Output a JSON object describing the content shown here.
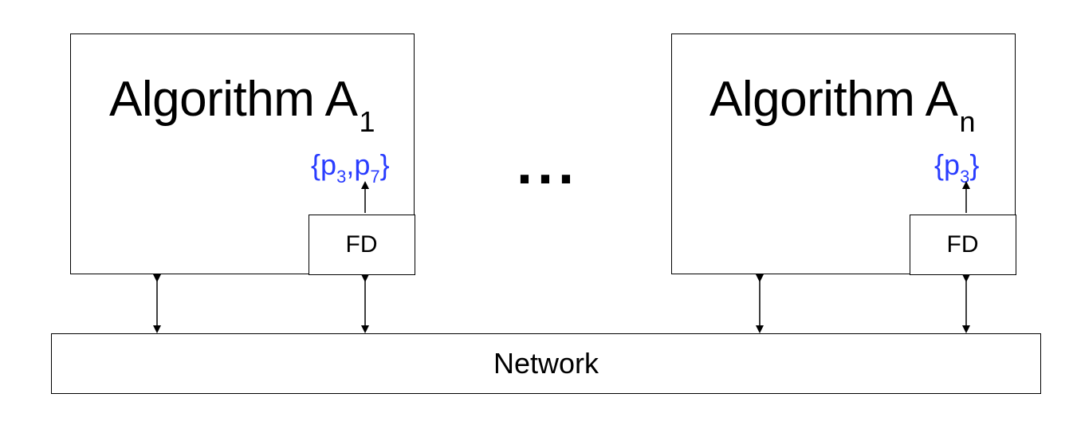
{
  "nodes": [
    {
      "id": "a1",
      "title_main": "Algorithm A",
      "title_sub": "1",
      "fd_label": "FD",
      "suspect_set": {
        "open": "{",
        "items": [
          {
            "name": "p",
            "sub": "3"
          },
          {
            "sep": ","
          },
          {
            "name": "p",
            "sub": "7"
          }
        ],
        "close": "}"
      }
    },
    {
      "id": "an",
      "title_main": "Algorithm A",
      "title_sub": "n",
      "fd_label": "FD",
      "suspect_set": {
        "open": "{",
        "items": [
          {
            "name": "p",
            "sub": "3"
          }
        ],
        "close": "}"
      }
    }
  ],
  "ellipsis": "...",
  "network_label": "Network",
  "colors": {
    "line": "#000000",
    "suspect_text": "#2a3dff"
  }
}
